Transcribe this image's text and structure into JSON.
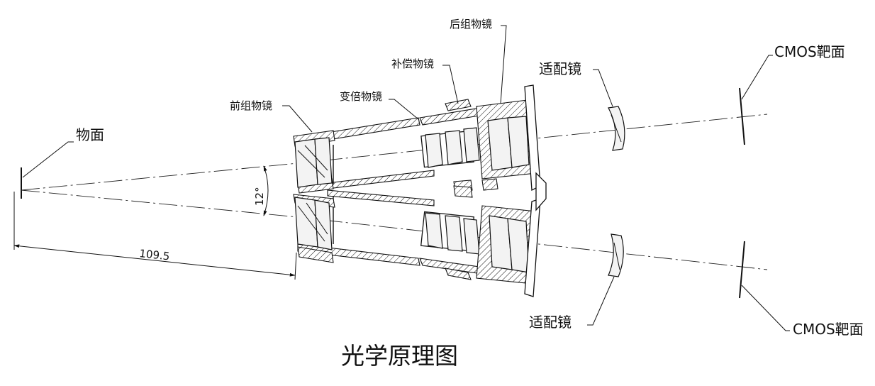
{
  "title": "光学原理图",
  "labels": {
    "object_plane": "物面",
    "front_group": "前组物镜",
    "zoom_lens": "变倍物镜",
    "compensator": "补偿物镜",
    "rear_group": "后组物镜",
    "adapter_top": "适配镜",
    "adapter_bottom": "适配镜",
    "cmos_top": "CMOS靶面",
    "cmos_bottom": "CMOS靶面"
  },
  "dimensions": {
    "angle": "12°",
    "distance": "109.5"
  }
}
